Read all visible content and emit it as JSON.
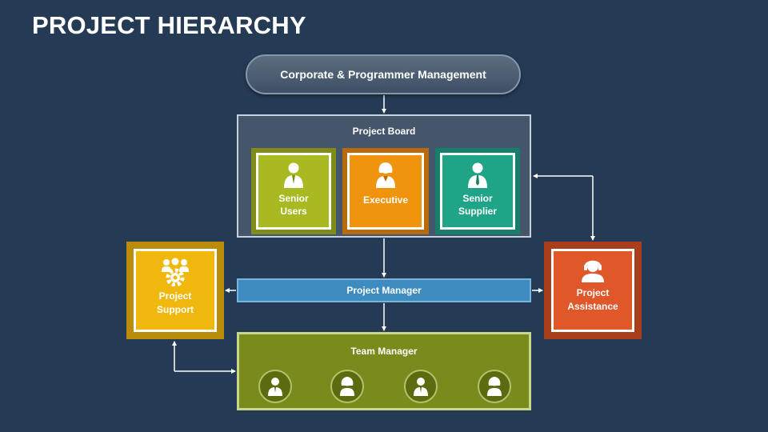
{
  "title": "PROJECT HIERARCHY",
  "top": {
    "label": "Corporate & Programmer Management"
  },
  "board": {
    "title": "Project Board",
    "members": [
      {
        "label_line1": "Senior",
        "label_line2": "Users",
        "color": "#a8b922",
        "outer": "#7f8c1a",
        "icon": "businessman-icon"
      },
      {
        "label_line1": "Executive",
        "label_line2": "",
        "color": "#f0930d",
        "outer": "#b96a0a",
        "icon": "businesswoman-icon"
      },
      {
        "label_line1": "Senior",
        "label_line2": "Supplier",
        "color": "#1fa488",
        "outer": "#177e69",
        "icon": "supplier-icon"
      }
    ]
  },
  "support": {
    "label_line1": "Project",
    "label_line2": "Support",
    "color": "#f0b80d",
    "outer": "#b98d0a",
    "icon": "team-gear-icon"
  },
  "assistance": {
    "label_line1": "Project",
    "label_line2": "Assistance",
    "color": "#e0572a",
    "outer": "#a93e1d",
    "icon": "headset-icon"
  },
  "manager": {
    "label": "Project Manager",
    "color": "#3d8bbf"
  },
  "team": {
    "title": "Team Manager",
    "icons": [
      "team-member-man-icon",
      "team-member-woman-icon",
      "team-member-man-icon",
      "team-member-woman-icon"
    ]
  }
}
